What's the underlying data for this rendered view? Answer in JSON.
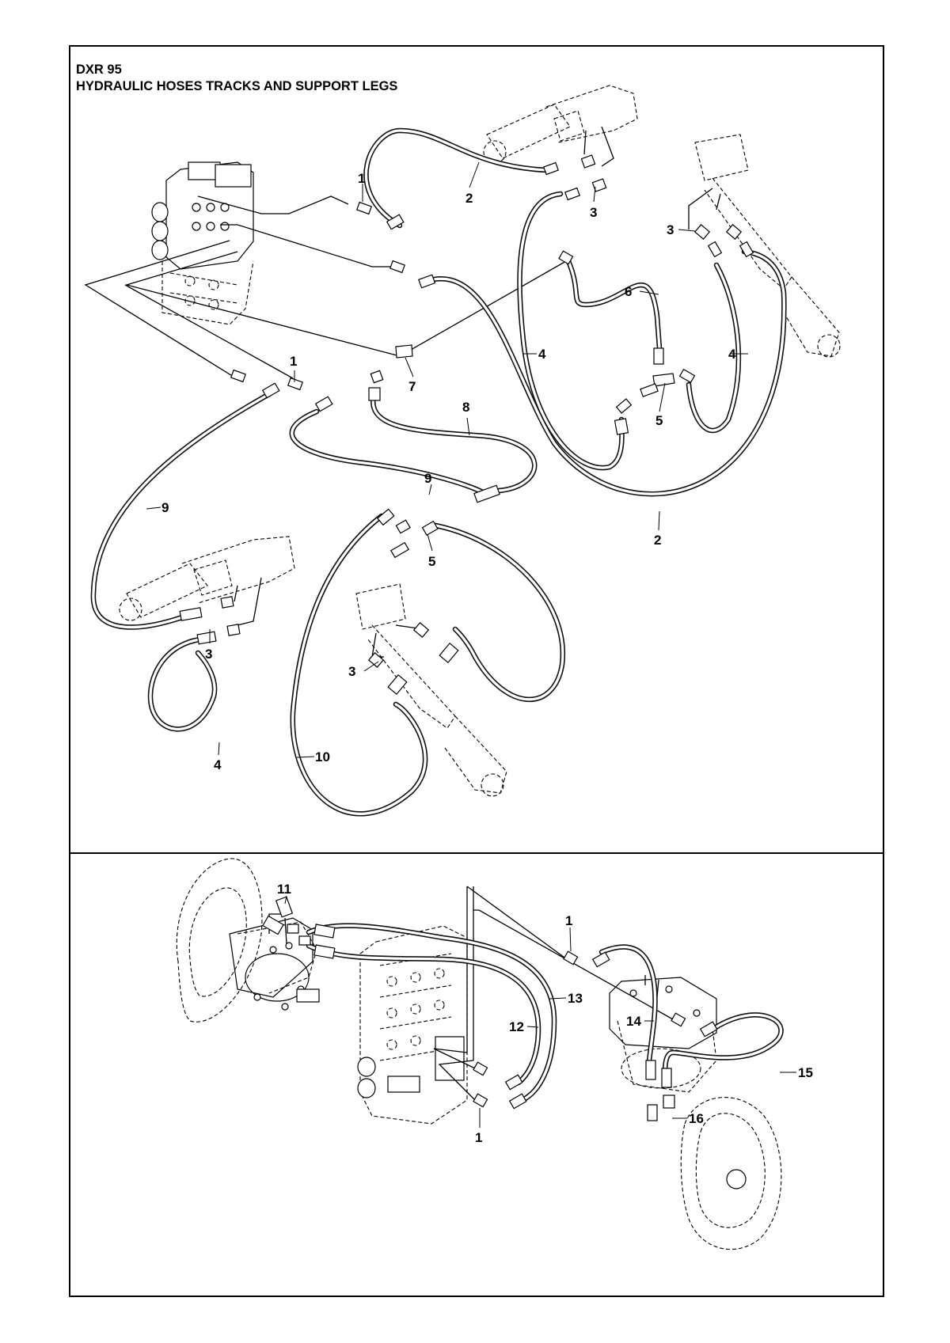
{
  "title": {
    "model": "DXR 95",
    "subtitle": "HYDRAULIC HOSES TRACKS AND SUPPORT LEGS"
  },
  "callouts_top": [
    {
      "id": "c1a",
      "text": "1"
    },
    {
      "id": "c2a",
      "text": "2"
    },
    {
      "id": "c3a",
      "text": "3"
    },
    {
      "id": "c3b",
      "text": "3"
    },
    {
      "id": "c6",
      "text": "6"
    },
    {
      "id": "c1b",
      "text": "1"
    },
    {
      "id": "c7",
      "text": "7"
    },
    {
      "id": "c4a",
      "text": "4"
    },
    {
      "id": "c4b",
      "text": "4"
    },
    {
      "id": "c8",
      "text": "8"
    },
    {
      "id": "c5a",
      "text": "5"
    },
    {
      "id": "c9a",
      "text": "9"
    },
    {
      "id": "c9b",
      "text": "9"
    },
    {
      "id": "c2b",
      "text": "2"
    },
    {
      "id": "c5b",
      "text": "5"
    },
    {
      "id": "c3c",
      "text": "3"
    },
    {
      "id": "c3d",
      "text": "3"
    },
    {
      "id": "c10",
      "text": "10"
    },
    {
      "id": "c4c",
      "text": "4"
    }
  ],
  "callouts_bottom": [
    {
      "id": "c11",
      "text": "11"
    },
    {
      "id": "c1c",
      "text": "1"
    },
    {
      "id": "c13",
      "text": "13"
    },
    {
      "id": "c12",
      "text": "12"
    },
    {
      "id": "c14",
      "text": "14"
    },
    {
      "id": "c15",
      "text": "15"
    },
    {
      "id": "c16",
      "text": "16"
    },
    {
      "id": "c1d",
      "text": "1"
    }
  ]
}
